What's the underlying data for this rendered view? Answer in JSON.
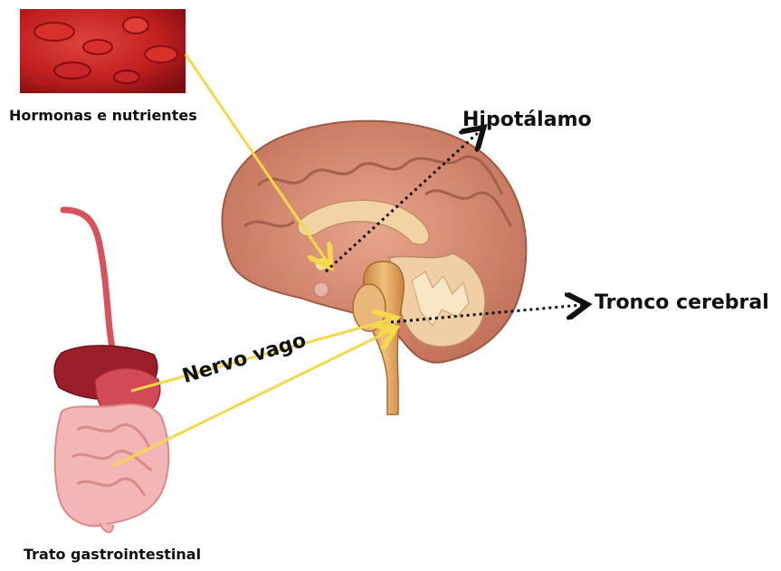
{
  "labels": {
    "hormones": "Hormonas e nutrientes",
    "hypothalamus": "Hipotálamo",
    "brainstem": "Tronco cerebral",
    "vagus": "Nervo vago",
    "gi_tract": "Trato gastrointestinal"
  },
  "colors": {
    "signal_arrow": "#f5d94a",
    "pointer_arrow": "#111111",
    "blood": "#c8262a",
    "brain_cortex": "#d98d74",
    "intestine": "#f3b5b5",
    "liver": "#9a1f2b"
  }
}
